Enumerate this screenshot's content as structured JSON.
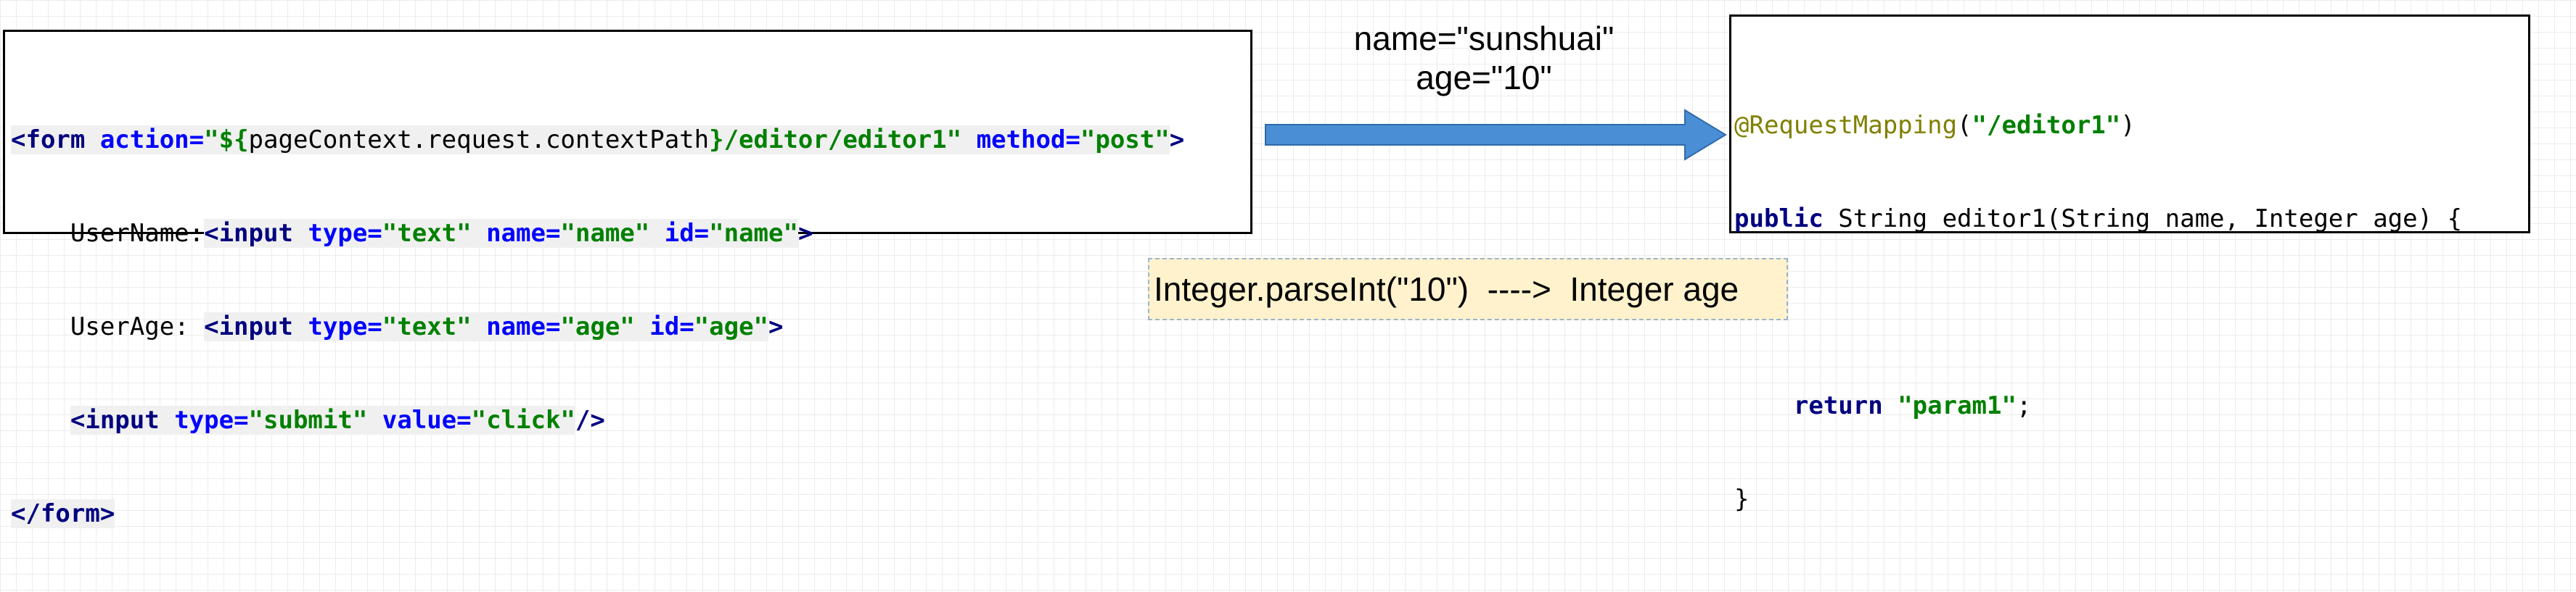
{
  "form_code": {
    "line1": {
      "p1": "<form",
      "p2": " action=",
      "p3": "\"${",
      "p4": "pageContext.request.contextPath",
      "p5": "}/editor/editor1\"",
      "p6": " method=",
      "p7": "\"post\"",
      "p8": ">"
    },
    "line2": {
      "p1": "    UserName:",
      "p2": "<input",
      "p3": " type=",
      "p4": "\"text\"",
      "p5": " name=",
      "p6": "\"name\"",
      "p7": " id=",
      "p8": "\"name\"",
      "p9": ">"
    },
    "line3": {
      "p1": "    UserAge: ",
      "p2": "<input",
      "p3": " type=",
      "p4": "\"text\"",
      "p5": " name=",
      "p6": "\"age\"",
      "p7": " id=",
      "p8": "\"age\"",
      "p9": ">"
    },
    "line4": {
      "p1": "    ",
      "p2": "<input",
      "p3": " type=",
      "p4": "\"submit\"",
      "p5": " value=",
      "p6": "\"click\"",
      "p7": "/>"
    },
    "line5": {
      "p1": "</form",
      "p2": ">"
    }
  },
  "params_label": {
    "name_line": "name=\"sunshuai\"",
    "age_line": "age=\"10\""
  },
  "java_code": {
    "line1": {
      "p1": "@RequestMapping",
      "p2": "(",
      "p3": "\"/editor1\"",
      "p4": ")"
    },
    "line2": {
      "p1": "public",
      "p2": " String editor1(String name, Integer age) {"
    },
    "line3": "",
    "line4": {
      "p1": "    ",
      "p2": "return",
      "p3": " ",
      "p4": "\"param1\"",
      "p5": ";"
    },
    "line5": "}"
  },
  "conversion_note": "Integer.parseInt(\"10\")  ---->  Integer age",
  "colors": {
    "arrow_fill": "#4a8fd6",
    "arrow_stroke": "#2f6aa8",
    "note_fill": "#fff2cc",
    "note_border": "#9db4cf"
  }
}
